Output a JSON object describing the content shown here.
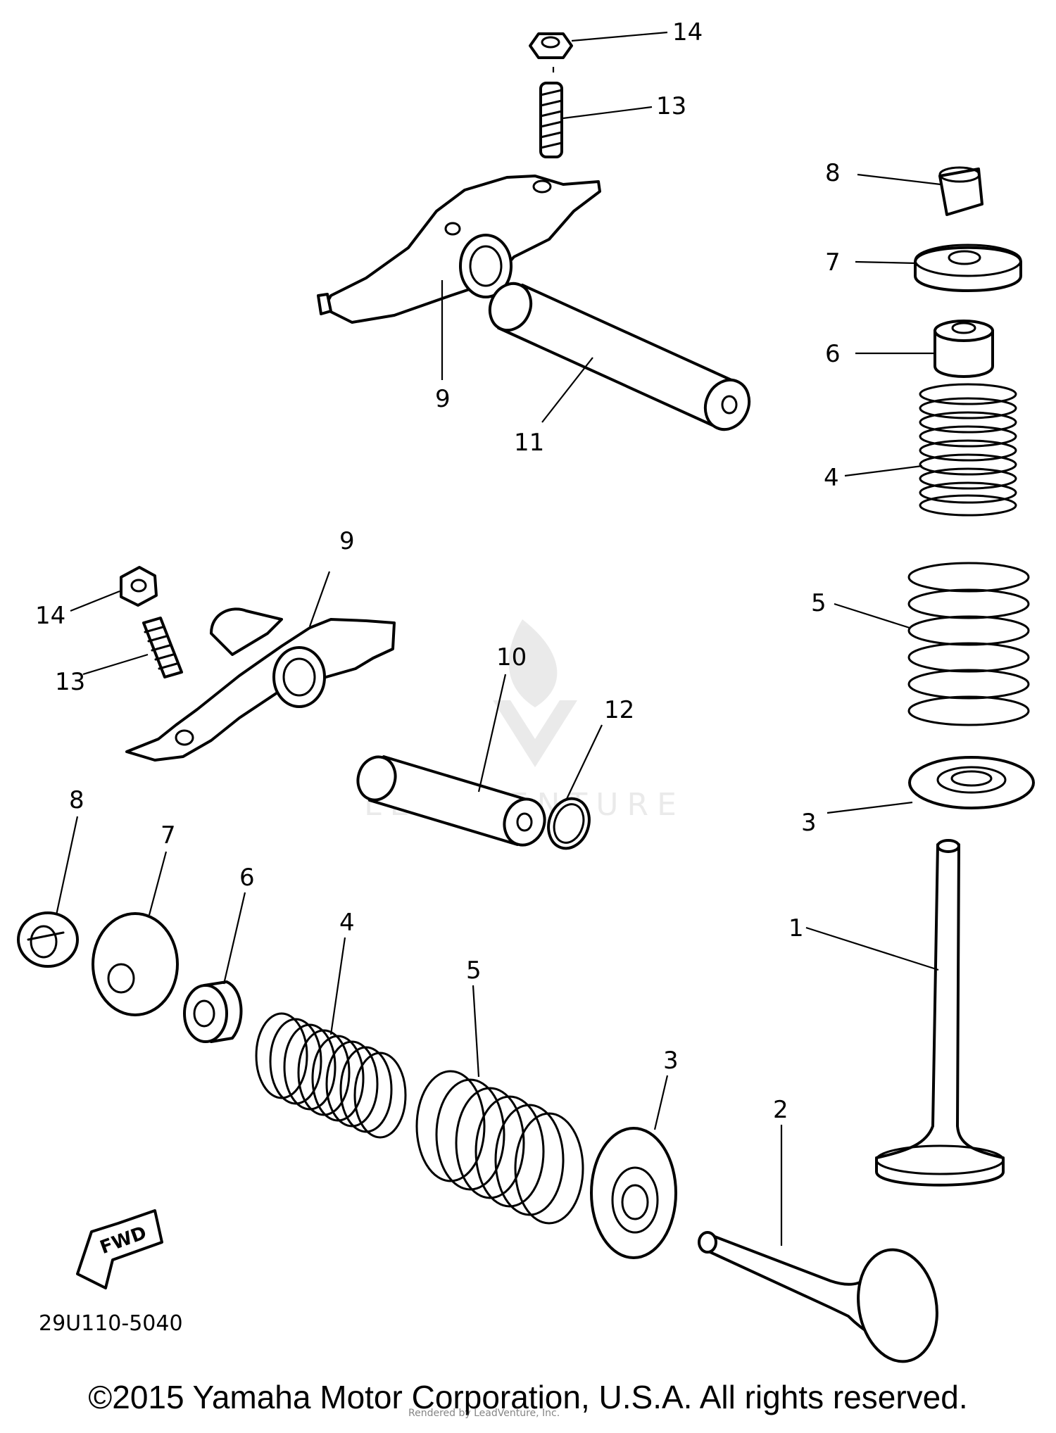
{
  "callouts": [
    {
      "id": "c14a",
      "label": "14"
    },
    {
      "id": "c13a",
      "label": "13"
    },
    {
      "id": "c9a",
      "label": "9"
    },
    {
      "id": "c11",
      "label": "11"
    },
    {
      "id": "c8a",
      "label": "8"
    },
    {
      "id": "c7a",
      "label": "7"
    },
    {
      "id": "c6a",
      "label": "6"
    },
    {
      "id": "c4a",
      "label": "4"
    },
    {
      "id": "c5a",
      "label": "5"
    },
    {
      "id": "c9b",
      "label": "9"
    },
    {
      "id": "c14b",
      "label": "14"
    },
    {
      "id": "c13b",
      "label": "13"
    },
    {
      "id": "c10",
      "label": "10"
    },
    {
      "id": "c12",
      "label": "12"
    },
    {
      "id": "c3a",
      "label": "3"
    },
    {
      "id": "c1",
      "label": "1"
    },
    {
      "id": "c8b",
      "label": "8"
    },
    {
      "id": "c7b",
      "label": "7"
    },
    {
      "id": "c6b",
      "label": "6"
    },
    {
      "id": "c4b",
      "label": "4"
    },
    {
      "id": "c5b",
      "label": "5"
    },
    {
      "id": "c3b",
      "label": "3"
    },
    {
      "id": "c2",
      "label": "2"
    }
  ],
  "fwd_label": "FWD",
  "part_code": "29U110-5040",
  "watermark": "LEADVENTURE",
  "copyright": "©2015 Yamaha Motor Corporation, U.S.A. All rights reserved.",
  "render_note": "Rendered by LeadVenture, Inc."
}
